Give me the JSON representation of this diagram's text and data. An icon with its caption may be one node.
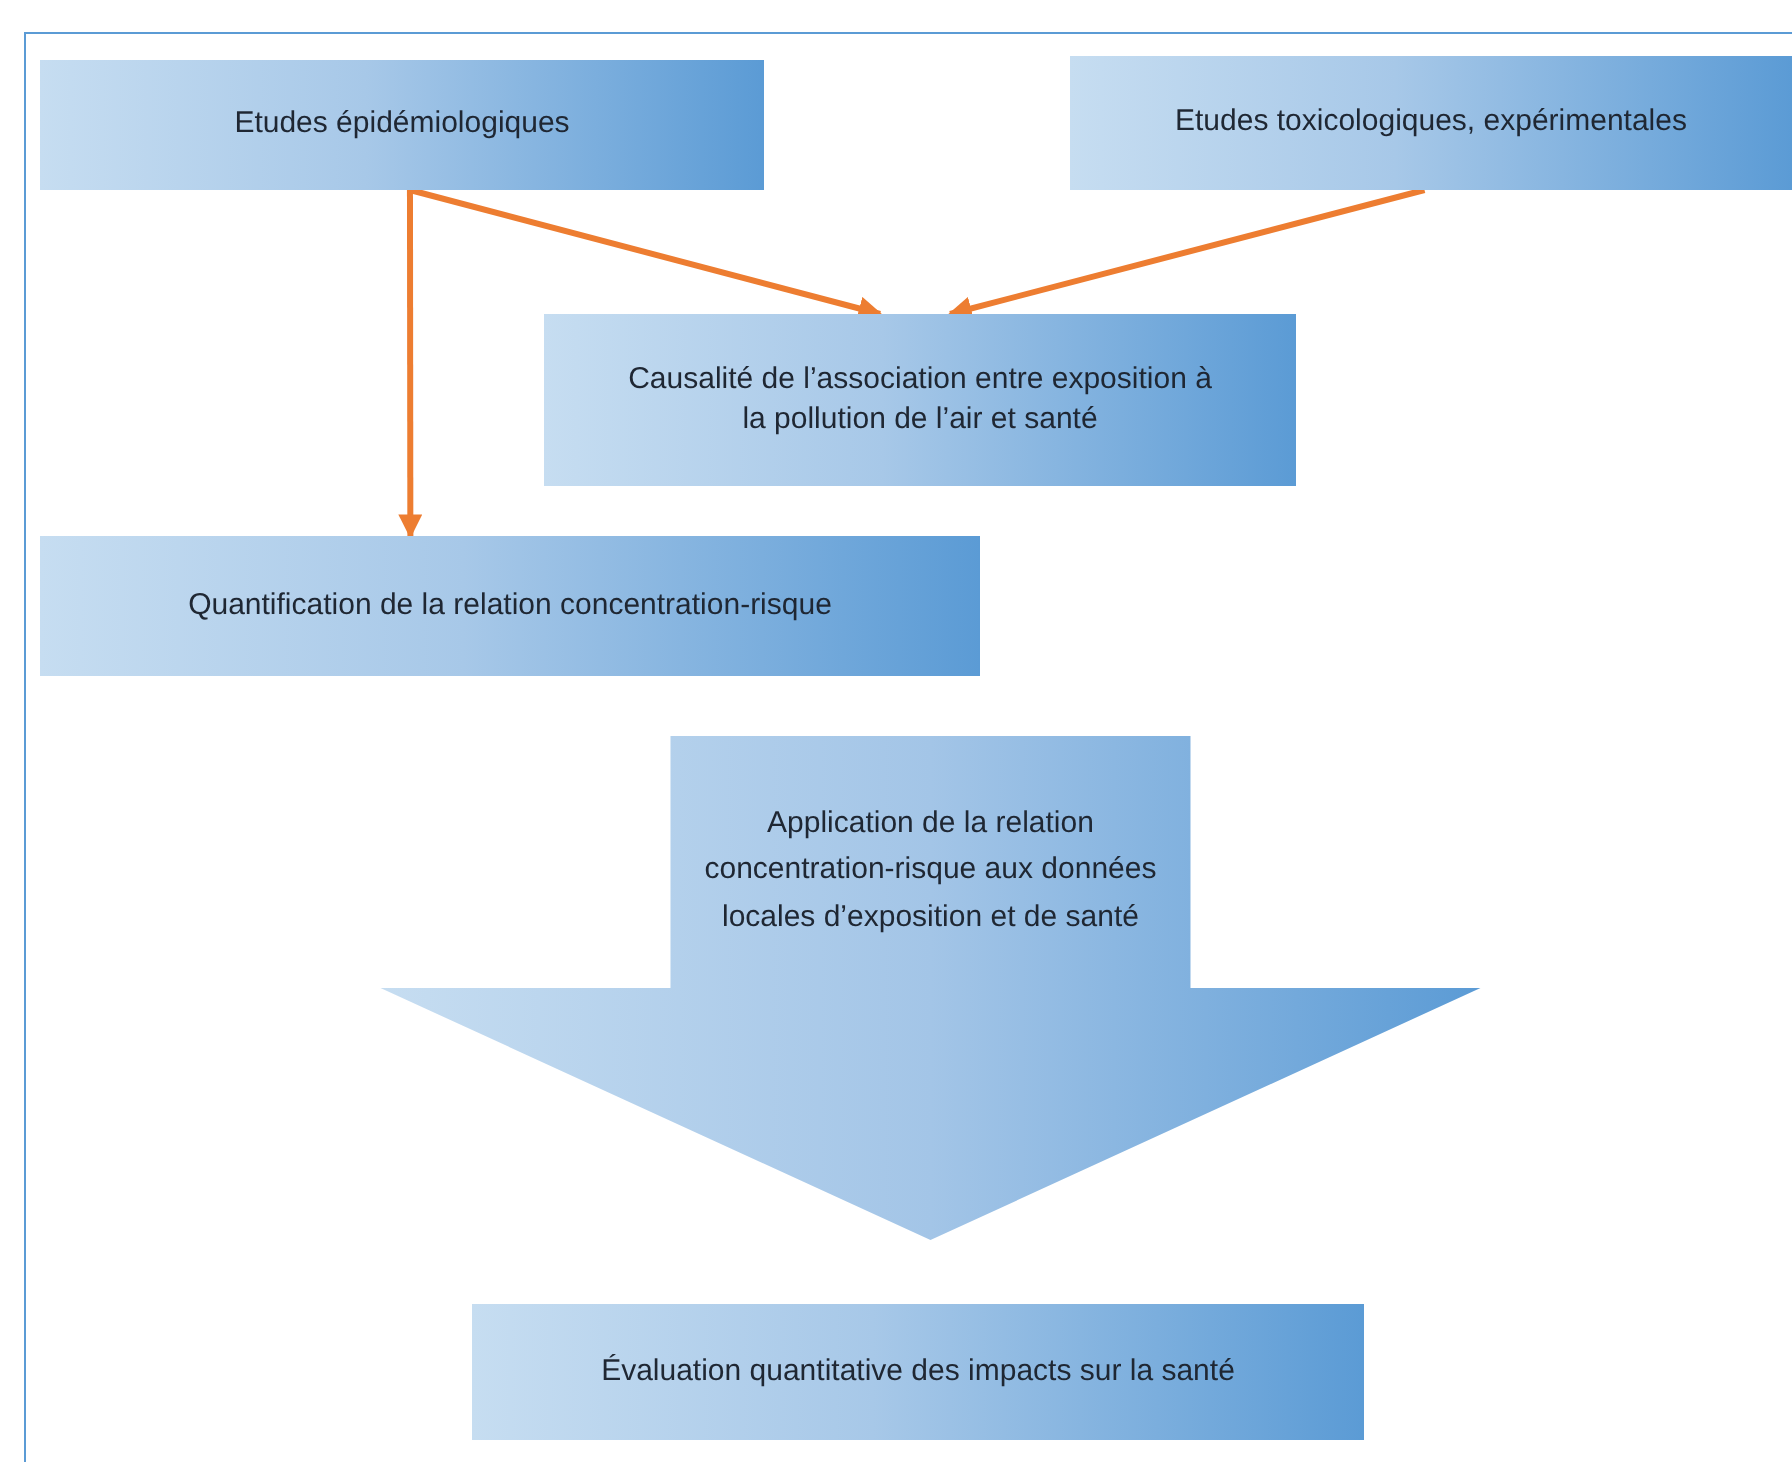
{
  "diagram": {
    "nodes": [
      {
        "text": [
          "Etudes épidémiologiques"
        ]
      },
      {
        "text": [
          "Etudes toxicologiques, expérimentales"
        ]
      },
      {
        "text": [
          "Causalité de l’association entre exposition à la pollution de l’air et santé"
        ]
      },
      {
        "text": [
          "Quantification de la relation concentration-risque"
        ]
      },
      {
        "text": [
          "Évaluation quantitative des impacts sur la santé"
        ]
      }
    ],
    "edges": [
      {
        "from": 0,
        "to": 2,
        "arrow": "to"
      },
      {
        "from": 1,
        "to": 2,
        "arrow": "to"
      },
      {
        "from": 0,
        "to": 3,
        "arrow": "to"
      },
      {
        "from": 3,
        "to": 4,
        "arrow": "to",
        "label": "Application de la relation concentration-risque aux données locales d’exposition et de santé",
        "style": "thick"
      }
    ]
  }
}
